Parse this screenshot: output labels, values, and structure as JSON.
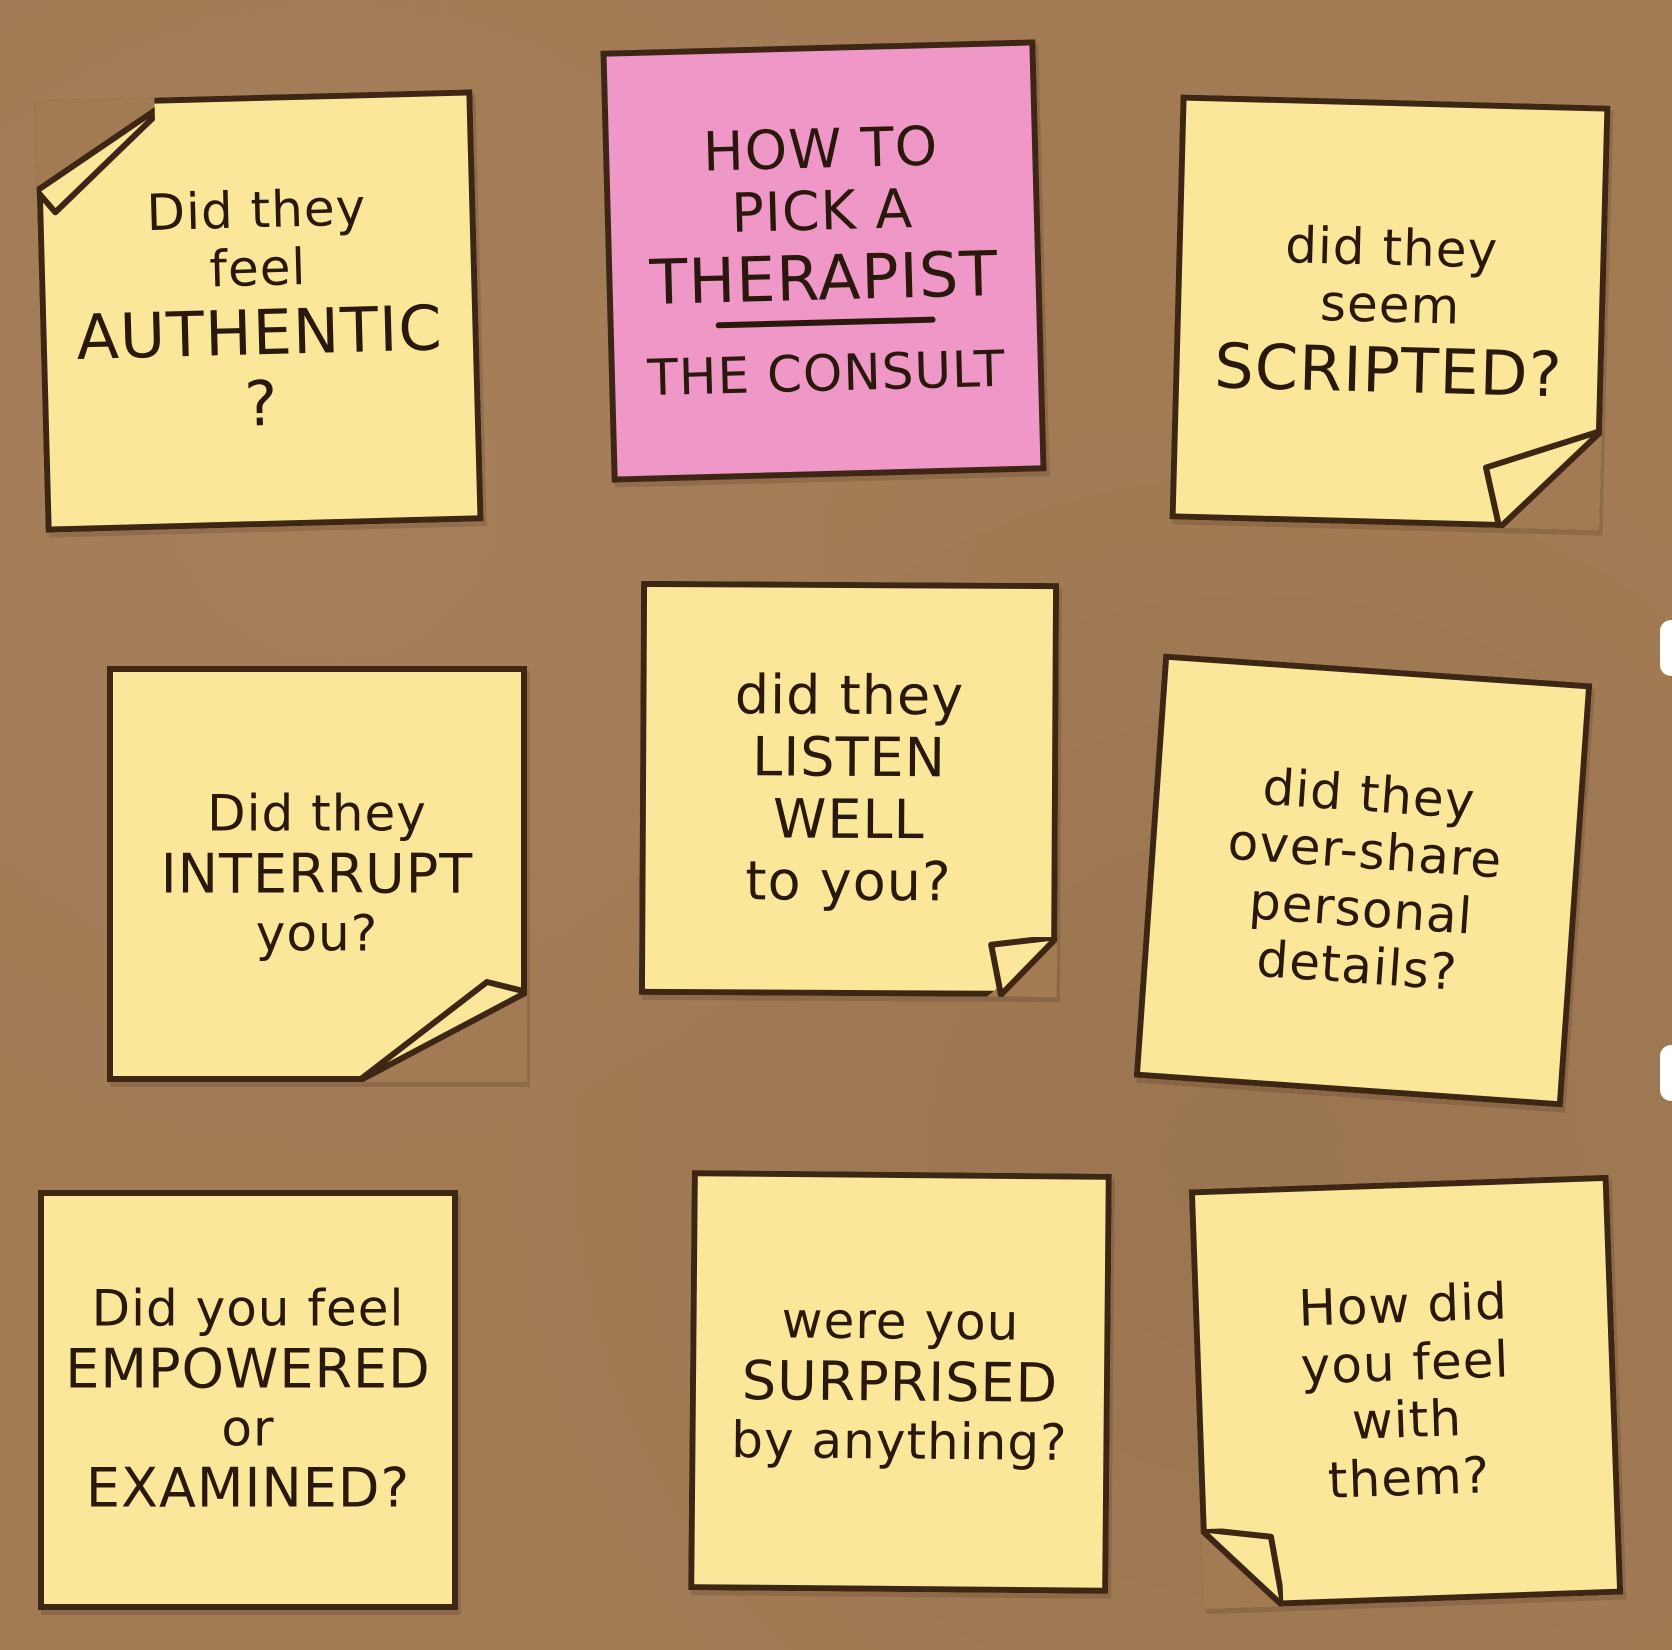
{
  "notes": [
    {
      "id": "authentic",
      "lines": [
        "Did they",
        "feel",
        "AUTHENTIC",
        "?"
      ]
    },
    {
      "id": "title",
      "lines": [
        "HOW TO",
        "PICK A",
        "THERAPIST",
        "THE CONSULT"
      ]
    },
    {
      "id": "scripted",
      "lines": [
        "did they",
        "seem",
        "SCRIPTED?"
      ]
    },
    {
      "id": "interrupt",
      "lines": [
        "Did they",
        "INTERRUPT",
        "you?"
      ]
    },
    {
      "id": "listen",
      "lines": [
        "did they",
        "LISTEN",
        "WELL",
        "to you?"
      ]
    },
    {
      "id": "overshare",
      "lines": [
        "did they",
        "over-share",
        "personal",
        "details?"
      ]
    },
    {
      "id": "empowered",
      "lines": [
        "Did you feel",
        "EMPOWERED",
        "or",
        "EXAMINED?"
      ]
    },
    {
      "id": "surprised",
      "lines": [
        "were you",
        "SURPRISED",
        "by anything?"
      ]
    },
    {
      "id": "feel-with-them",
      "lines": [
        "How did",
        "you feel",
        "with",
        "them?"
      ]
    }
  ],
  "colors": {
    "board": "#a27b55",
    "note_yellow": "#fbe79a",
    "note_pink": "#ef98c8",
    "outline": "#3d2614",
    "ink": "#2a180c"
  }
}
